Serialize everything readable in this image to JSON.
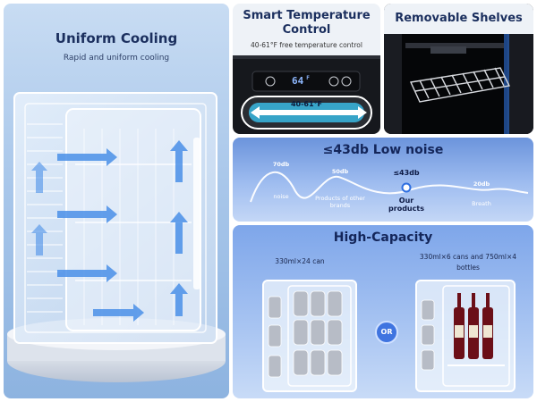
{
  "panels": {
    "cooling": {
      "title": "Uniform Cooling",
      "subtitle": "Rapid and uniform cooling"
    },
    "temperature": {
      "title": "Smart Temperature Control",
      "subtitle": "40-61°F free temperature control",
      "display_value": "64",
      "display_unit": "F",
      "range_label": "40-61°F"
    },
    "shelves": {
      "title": "Removable Shelves"
    },
    "noise": {
      "title": "≤43db Low noise",
      "points": [
        {
          "db": "70db",
          "label": "noise"
        },
        {
          "db": "50db",
          "label": "Products of other brands"
        },
        {
          "db": "≤43db",
          "label": "Our products"
        },
        {
          "db": "20db",
          "label": "Breath"
        }
      ]
    },
    "capacity": {
      "title": "High-Capacity",
      "option_left": "330ml×24 can",
      "option_right": "330ml×6 cans and 750ml×4 bottles",
      "or_label": "OR"
    }
  },
  "colors": {
    "title_navy": "#1b2f5e",
    "accent_blue": "#3f74e0",
    "arrow_blue": "#4a8fe8"
  }
}
